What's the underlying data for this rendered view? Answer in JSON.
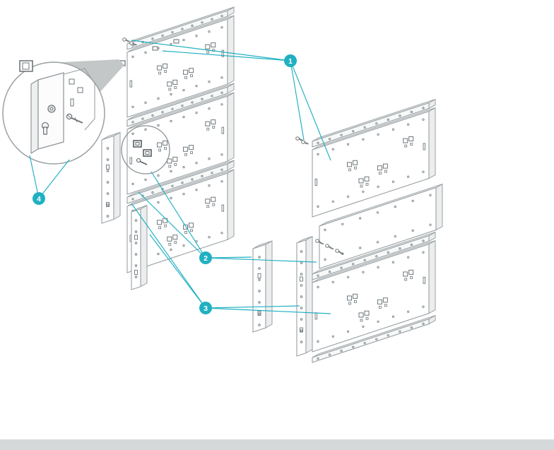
{
  "diagram": {
    "type": "exploded-assembly",
    "description": "Isometric exploded-view installation diagram of cabinet mounting panels with a detail magnifier circle and numbered callouts",
    "accent_color": "#21b0c2",
    "line_color": "#99a0a4",
    "line_dark_color": "#6f777b",
    "footer_strip_color": "#d6d9da",
    "callouts": [
      {
        "label": "1"
      },
      {
        "label": "2"
      },
      {
        "label": "3"
      },
      {
        "label": "4"
      }
    ]
  }
}
